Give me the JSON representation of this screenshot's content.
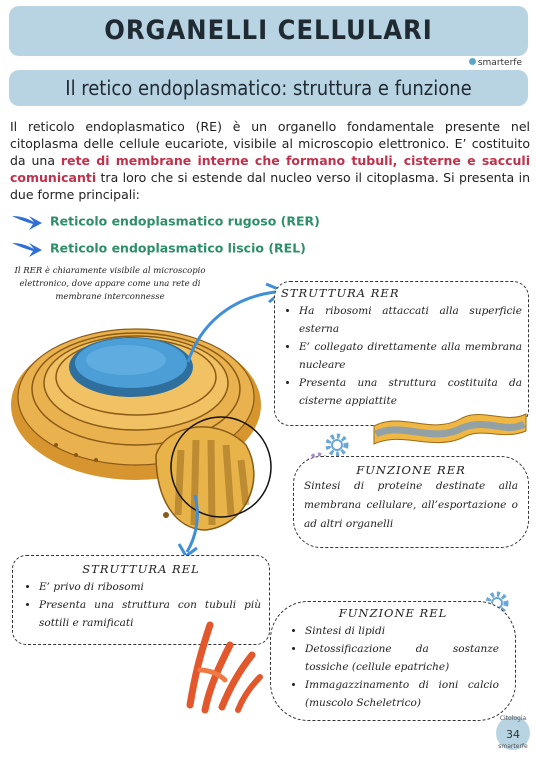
{
  "header": {
    "title": "ORGANELLI CELLULARI",
    "brand": "smarterfe"
  },
  "section": {
    "title": "Il retico endoplasmatico: struttura e funzione"
  },
  "intro": {
    "part1": "Il reticolo endoplasmatico (RE) è un organello fondamentale presente nel citoplasma delle cellule eucariote, visibile al microscopio elettronico.  E’ costituito da una ",
    "highlight": "rete di membrane interne che formano tubuli, cisterne e sacculi comunicanti",
    "part2": " tra loro che si estende dal nucleo verso il citoplasma. Si presenta in due forme principali:"
  },
  "forms": [
    {
      "label": "Reticolo endoplasmatico rugoso (RER)"
    },
    {
      "label": "Reticolo endoplasmatico liscio (REL)"
    }
  ],
  "caption": "Il RER è chiaramente visibile al microscopio elettronico, dove appare come una rete di membrane interconnesse",
  "struttura_rer": {
    "title": "STRUTTURA RER",
    "items": [
      "Ha ribosomi attaccati alla superficie esterna",
      "E’ collegato direttamente alla membrana nucleare",
      "Presenta una struttura costituita da cisterne appiattite"
    ]
  },
  "funzione_rer": {
    "title": "FUNZIONE RER",
    "text": "Sintesi di proteine destinate alla membrana cellulare, all’esportazione o ad altri organelli"
  },
  "struttura_rel": {
    "title": "STRUTTURA REL",
    "items": [
      "E’ privo di ribosomi",
      "Presenta una struttura con tubuli più sottili e ramificati"
    ]
  },
  "funzione_rel": {
    "title": "FUNZIONE REL",
    "items": [
      "Sintesi di lipidi",
      "Detossificazione da sostanze tossiche (cellule epatriche)",
      "Immagazzinamento di ioni calcio (muscolo Scheletrico)"
    ]
  },
  "page": {
    "number": "34",
    "tag_top": "Citologia",
    "tag_bottom": "smarterfe"
  },
  "colors": {
    "banner": "#b8d4e3",
    "highlight": "#c0314b",
    "forms": "#2d8f6a",
    "organelle": "#e8b44a",
    "nucleus": "#3d8ec4",
    "rel": "#e2572b"
  }
}
